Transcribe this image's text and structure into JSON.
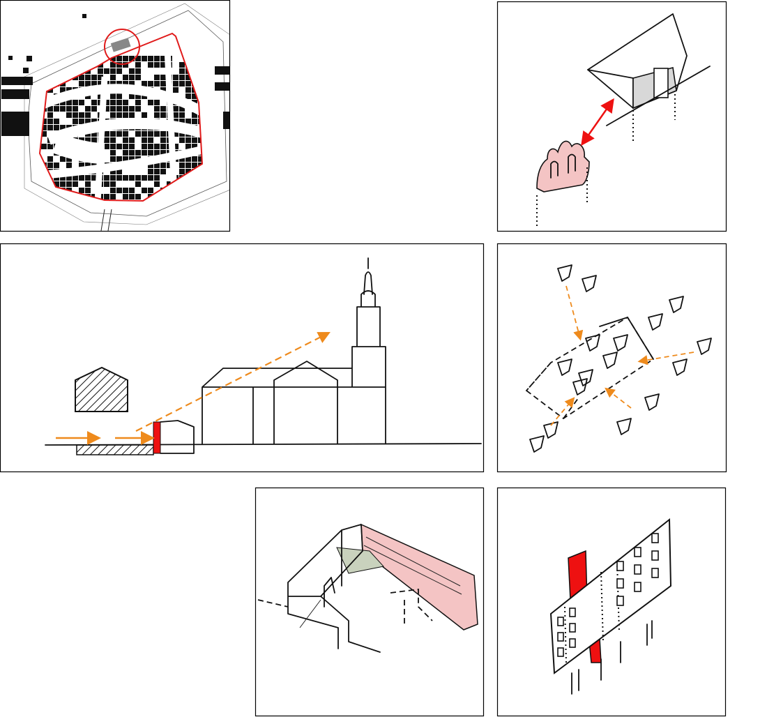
{
  "colors": {
    "fortification": "#e01a1a",
    "highlight_pink": "#f4c4c4",
    "accent_red": "#ee1111",
    "arrow_orange": "#ee8a1c",
    "shade_gray": "#d8d8d8",
    "shade_green": "#c9d2bd",
    "ink": "#111111"
  },
  "panels": [
    {
      "id": "historic-town-map"
    },
    {
      "id": "facade-relationship-sketch"
    },
    {
      "id": "section-view-sketch"
    },
    {
      "id": "dormer-assembly-sketch"
    },
    {
      "id": "courtyard-axonometric-sketch"
    },
    {
      "id": "facade-screen-sketch"
    }
  ]
}
